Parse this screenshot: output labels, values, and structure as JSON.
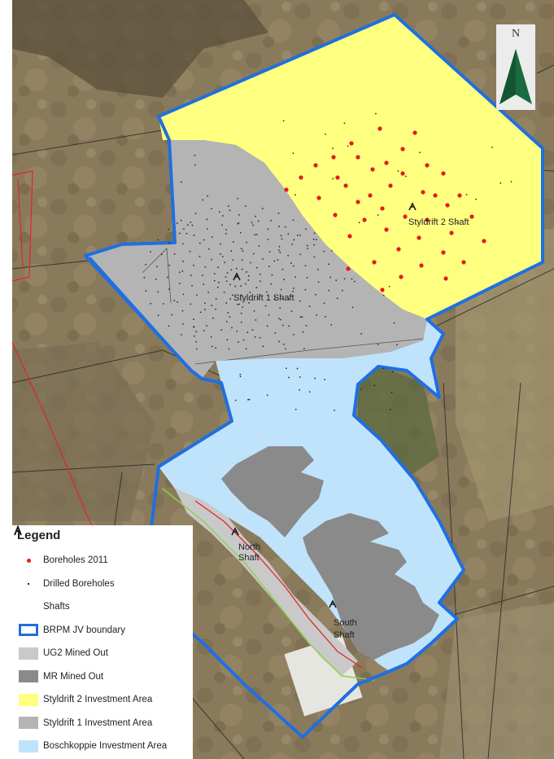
{
  "map": {
    "colors": {
      "boundary": "#1f6fe0",
      "styldrift2": "#ffff80",
      "styldrift1": "#b4b4b4",
      "boschkoppie": "#bfe3fb",
      "mr_mined_out": "#8a8a8a",
      "borehole_2011": "#e41a1c",
      "drilled_borehole": "#222222",
      "north_arrow": "#1b6b40"
    },
    "labels": {
      "styldrift2_shaft": "Styldrift 2 Shaft",
      "styldrift1_shaft": "Styldrift 1 Shaft",
      "north_shaft_line1": "North",
      "north_shaft_line2": "Shaft",
      "south_shaft_line1": "South",
      "south_shaft_line2": "Shaft"
    },
    "north_arrow": {
      "letter": "N",
      "icon": "north-arrow-icon"
    }
  },
  "legend": {
    "title": "Legend",
    "items": [
      {
        "label": "Boreholes 2011",
        "symbol": "red-dot-icon"
      },
      {
        "label": "Drilled Boreholes",
        "symbol": "black-dot-icon"
      },
      {
        "label": "Shafts",
        "symbol": "headgear-icon"
      },
      {
        "label": "BRPM JV boundary",
        "symbol": "blue-outline-box"
      },
      {
        "label": "UG2 Mined Out",
        "symbol": "light-grey-box"
      },
      {
        "label": "MR Mined Out",
        "symbol": "dark-grey-box"
      },
      {
        "label": "Styldrift 2 Investment Area",
        "symbol": "yellow-box"
      },
      {
        "label": "Styldrift 1 Investment Area",
        "symbol": "grey-box"
      },
      {
        "label": "Boschkoppie Investment Area",
        "symbol": "light-blue-box"
      }
    ]
  }
}
